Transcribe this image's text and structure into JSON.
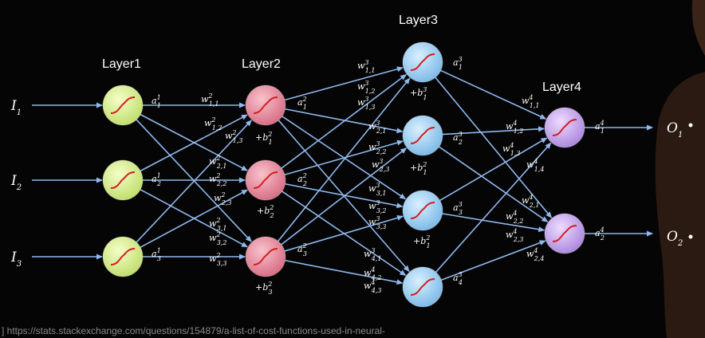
{
  "layers": [
    {
      "title": "Layer1"
    },
    {
      "title": "Layer2"
    },
    {
      "title": "Layer3"
    },
    {
      "title": "Layer4"
    }
  ],
  "inputs": [
    {
      "base": "I",
      "sub": "1"
    },
    {
      "base": "I",
      "sub": "2"
    },
    {
      "base": "I",
      "sub": "3"
    }
  ],
  "outputs": [
    {
      "base": "O",
      "sub": "1"
    },
    {
      "base": "O",
      "sub": "2"
    }
  ],
  "activations": [
    {
      "base": "a",
      "sub": "1",
      "sup": "1"
    },
    {
      "base": "a",
      "sub": "2",
      "sup": "1"
    },
    {
      "base": "a",
      "sub": "3",
      "sup": "1"
    },
    {
      "base": "a",
      "sub": "1",
      "sup": "2"
    },
    {
      "base": "a",
      "sub": "2",
      "sup": "2"
    },
    {
      "base": "a",
      "sub": "3",
      "sup": "2"
    },
    {
      "base": "a",
      "sub": "1",
      "sup": "3"
    },
    {
      "base": "a",
      "sub": "2",
      "sup": "3"
    },
    {
      "base": "a",
      "sub": "3",
      "sup": "3"
    },
    {
      "base": "a",
      "sub": "4",
      "sup": "3"
    },
    {
      "base": "a",
      "sub": "1",
      "sup": "4"
    },
    {
      "base": "a",
      "sub": "2",
      "sup": "4"
    }
  ],
  "biases": [
    {
      "prefix": "+",
      "base": "b",
      "sub": "1",
      "sup": "2"
    },
    {
      "prefix": "+",
      "base": "b",
      "sub": "2",
      "sup": "2"
    },
    {
      "prefix": "+",
      "base": "b",
      "sub": "3",
      "sup": "2"
    },
    {
      "prefix": "+",
      "base": "b",
      "sub": "1",
      "sup": "3"
    },
    {
      "prefix": "+",
      "base": "b",
      "sub": "1",
      "sup": "2"
    },
    {
      "prefix": "+",
      "base": "b",
      "sub": "1",
      "sup": "2"
    }
  ],
  "weights": [
    {
      "base": "w",
      "sub": "1,1",
      "sup": "2"
    },
    {
      "base": "w",
      "sub": "1,2",
      "sup": "2"
    },
    {
      "base": "w",
      "sub": "1,3",
      "sup": "2"
    },
    {
      "base": "w",
      "sub": "2,1",
      "sup": "2"
    },
    {
      "base": "w",
      "sub": "2,2",
      "sup": "2"
    },
    {
      "base": "w",
      "sub": "2,3",
      "sup": "2"
    },
    {
      "base": "w",
      "sub": "3,1",
      "sup": "2"
    },
    {
      "base": "w",
      "sub": "3,2",
      "sup": "2"
    },
    {
      "base": "w",
      "sub": "3,3",
      "sup": "2"
    },
    {
      "base": "w",
      "sub": "1,1",
      "sup": "3"
    },
    {
      "base": "w",
      "sub": "1,2",
      "sup": "3"
    },
    {
      "base": "w",
      "sub": "1,3",
      "sup": "3"
    },
    {
      "base": "w",
      "sub": "2,1",
      "sup": "3"
    },
    {
      "base": "w",
      "sub": "2,2",
      "sup": "3"
    },
    {
      "base": "w",
      "sub": "2,3",
      "sup": "3"
    },
    {
      "base": "w",
      "sub": "3,1",
      "sup": "3"
    },
    {
      "base": "w",
      "sub": "3,2",
      "sup": "3"
    },
    {
      "base": "w",
      "sub": "3,3",
      "sup": "3"
    },
    {
      "base": "w",
      "sub": "4,1",
      "sup": "3"
    },
    {
      "base": "w",
      "sub": "4,2",
      "sup": "4"
    },
    {
      "base": "w",
      "sub": "4,3",
      "sup": "4"
    },
    {
      "base": "w",
      "sub": "1,1",
      "sup": "4"
    },
    {
      "base": "w",
      "sub": "1,2",
      "sup": "4"
    },
    {
      "base": "w",
      "sub": "1,3",
      "sup": "4"
    },
    {
      "base": "w",
      "sub": "1,4",
      "sup": "4"
    },
    {
      "base": "w",
      "sub": "2,1",
      "sup": "4"
    },
    {
      "base": "w",
      "sub": "2,2",
      "sup": "4"
    },
    {
      "base": "w",
      "sub": "2,3",
      "sup": "4"
    },
    {
      "base": "w",
      "sub": "2,4",
      "sup": "4"
    }
  ],
  "colors": {
    "background": "#050505",
    "arrow": "#8fb8ee",
    "layer1_node": "#d9ef9a",
    "layer2_node": "#e88fa2",
    "layer3_node": "#9ed2f0",
    "layer4_node": "#c9a8ec",
    "sigmoid_curve": "#d61c1c"
  },
  "source_url": "] https://stats.stackexchange.com/questions/154879/a-list-of-cost-functions-used-in-neural-"
}
